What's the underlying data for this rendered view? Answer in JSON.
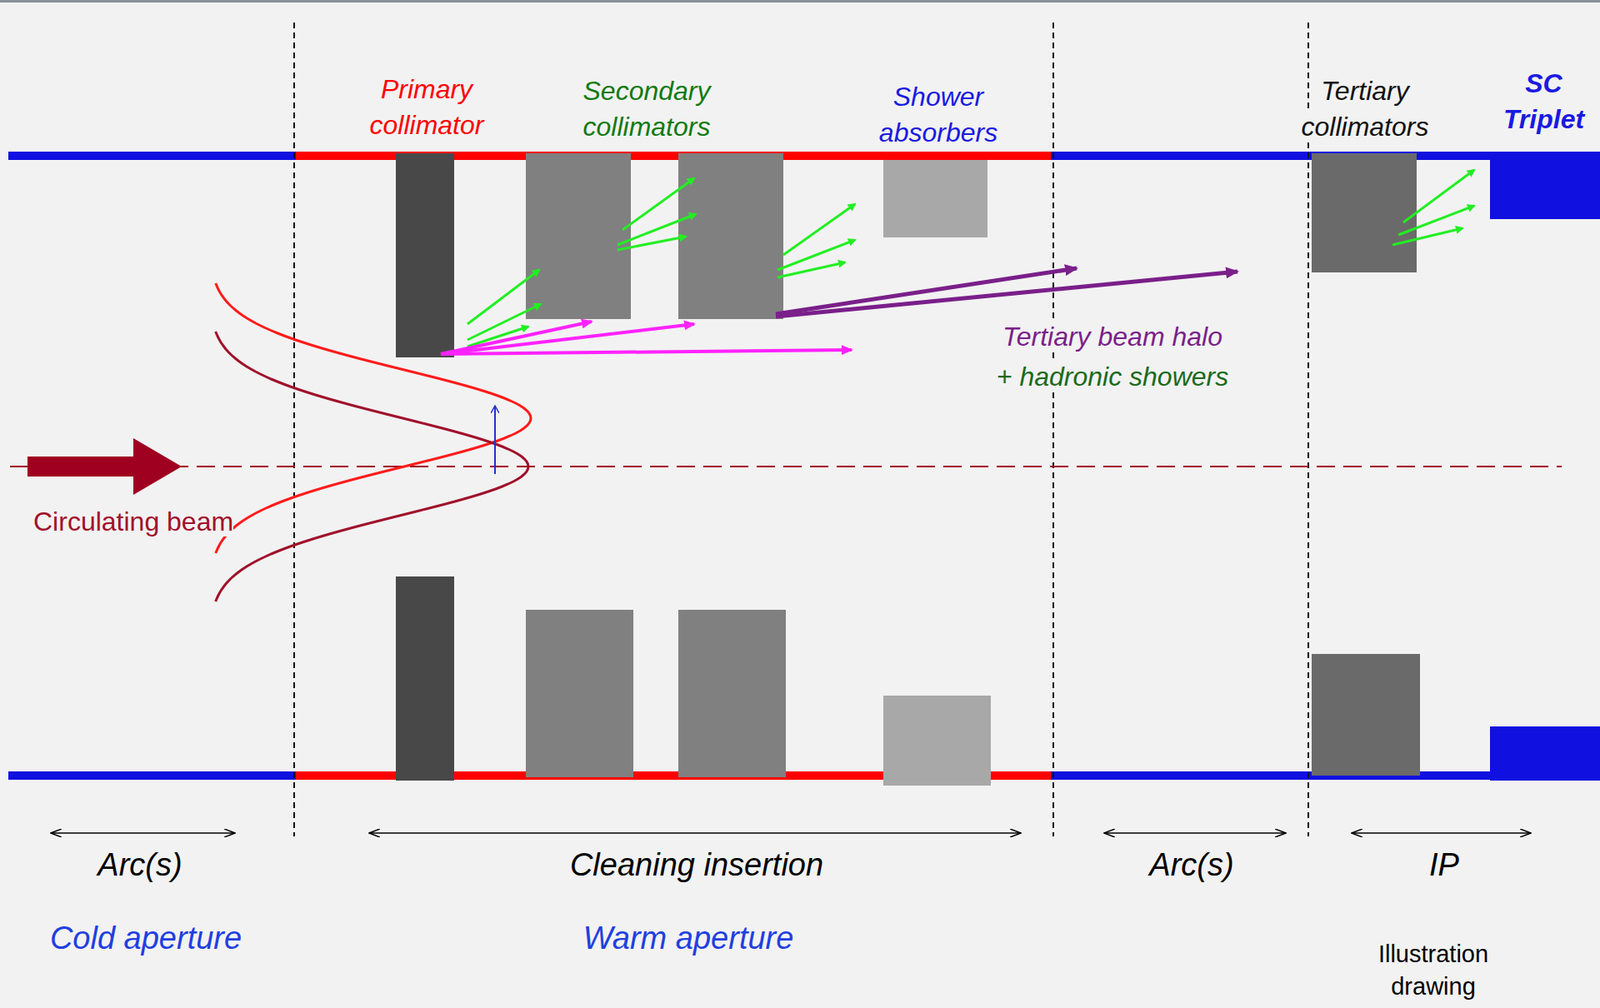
{
  "diagram": {
    "labels": [
      "Primary collimator",
      "Secondary collimators",
      "Shower absorbers",
      "Tertiary collimators",
      "SC Triplet",
      "Circulating beam",
      "Tertiary beam halo",
      "+ hadronic showers",
      "Arc(s)",
      "Cleaning insertion",
      "Arc(s)",
      "IP",
      "Cold aperture",
      "Warm aperture",
      "Illustration drawing"
    ]
  }
}
